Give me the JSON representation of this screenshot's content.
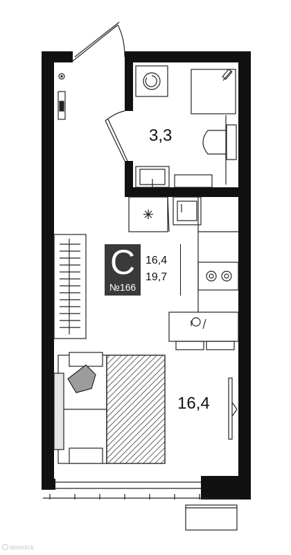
{
  "rooms": {
    "bathroom_area": "3,3",
    "living_area": "16,4"
  },
  "badge": {
    "letter": "C",
    "number": "№166"
  },
  "stats": {
    "living": "16,4",
    "total": "19,7"
  },
  "watermark": {
    "text": "domclick"
  },
  "colors": {
    "wall": "#111111",
    "badge": "#3a3a3a",
    "furniture_fill": "#e6e6e6",
    "line": "#222222"
  }
}
